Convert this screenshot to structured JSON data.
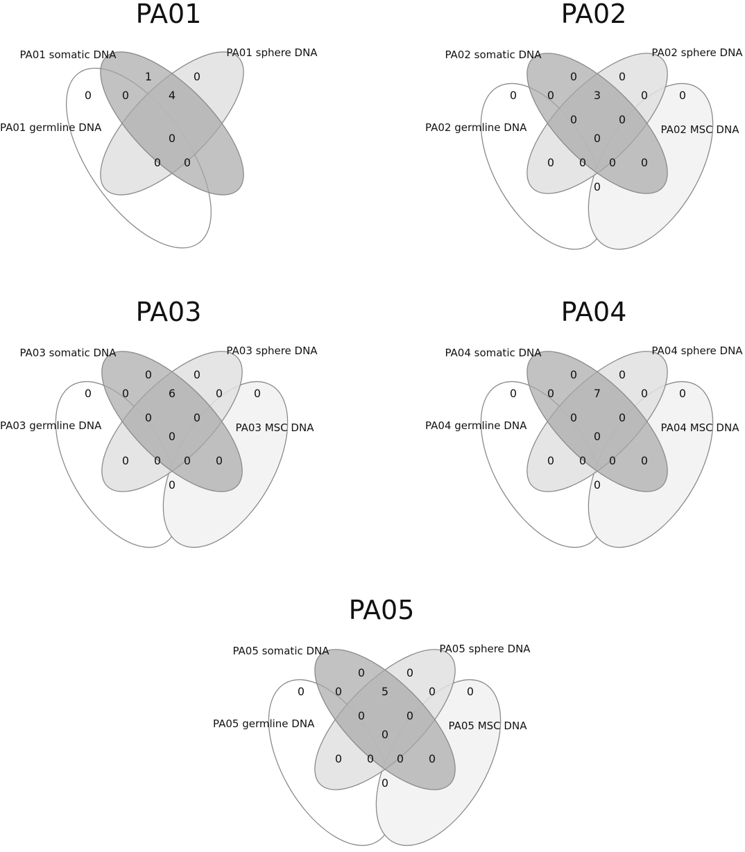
{
  "colors": {
    "background": "#ffffff",
    "outline": "#8a8a8a",
    "germline_fill": "#ffffff",
    "msc_fill": "#f3f3f3",
    "sphere_fill": "#e0e0e0",
    "somatic_fill": "#a8a8a8"
  },
  "panels": [
    {
      "title": "PA01",
      "set_count": 3,
      "labels": {
        "somatic": "PA01 somatic DNA",
        "sphere": "PA01 sphere DNA",
        "germline": "PA01 germline DNA"
      },
      "counts": {
        "somatic_only": "1",
        "sphere_only": "0",
        "germline_only": "0",
        "germline_somatic": "0",
        "somatic_sphere": "4",
        "all_three": "0",
        "germline_sphere": "0",
        "germline_somatic_sphere": "0"
      }
    },
    {
      "title": "PA02",
      "set_count": 4,
      "labels": {
        "somatic": "PA02 somatic DNA",
        "sphere": "PA02 sphere DNA",
        "germline": "PA02 germline DNA",
        "msc": "PA02 MSC DNA"
      },
      "counts": {
        "germline_only": "0",
        "somatic_only": "0",
        "sphere_only": "0",
        "msc_only": "0",
        "germline_somatic": "0",
        "somatic_sphere": "3",
        "sphere_msc": "0",
        "germline_somatic_sphere": "0",
        "somatic_sphere_msc": "0",
        "all_four": "0",
        "germline_sphere": "0",
        "germline_sphere_msc": "0",
        "germline_somatic_msc": "0",
        "somatic_msc": "0",
        "germline_msc": "0"
      }
    },
    {
      "title": "PA03",
      "set_count": 4,
      "labels": {
        "somatic": "PA03 somatic DNA",
        "sphere": "PA03 sphere DNA",
        "germline": "PA03 germline DNA",
        "msc": "PA03 MSC DNA"
      },
      "counts": {
        "germline_only": "0",
        "somatic_only": "0",
        "sphere_only": "0",
        "msc_only": "0",
        "germline_somatic": "0",
        "somatic_sphere": "6",
        "sphere_msc": "0",
        "germline_somatic_sphere": "0",
        "somatic_sphere_msc": "0",
        "all_four": "0",
        "germline_sphere": "0",
        "germline_sphere_msc": "0",
        "germline_somatic_msc": "0",
        "somatic_msc": "0",
        "germline_msc": "0"
      }
    },
    {
      "title": "PA04",
      "set_count": 4,
      "labels": {
        "somatic": "PA04 somatic DNA",
        "sphere": "PA04 sphere DNA",
        "germline": "PA04 germline DNA",
        "msc": "PA04 MSC DNA"
      },
      "counts": {
        "germline_only": "0",
        "somatic_only": "0",
        "sphere_only": "0",
        "msc_only": "0",
        "germline_somatic": "0",
        "somatic_sphere": "7",
        "sphere_msc": "0",
        "germline_somatic_sphere": "0",
        "somatic_sphere_msc": "0",
        "all_four": "0",
        "germline_sphere": "0",
        "germline_sphere_msc": "0",
        "germline_somatic_msc": "0",
        "somatic_msc": "0",
        "germline_msc": "0"
      }
    },
    {
      "title": "PA05",
      "set_count": 4,
      "labels": {
        "somatic": "PA05 somatic DNA",
        "sphere": "PA05 sphere DNA",
        "germline": "PA05 germline DNA",
        "msc": "PA05 MSC DNA"
      },
      "counts": {
        "germline_only": "0",
        "somatic_only": "0",
        "sphere_only": "0",
        "msc_only": "0",
        "germline_somatic": "0",
        "somatic_sphere": "5",
        "sphere_msc": "0",
        "germline_somatic_sphere": "0",
        "somatic_sphere_msc": "0",
        "all_four": "0",
        "germline_sphere": "0",
        "germline_sphere_msc": "0",
        "germline_somatic_msc": "0",
        "somatic_msc": "0",
        "germline_msc": "0"
      }
    }
  ]
}
